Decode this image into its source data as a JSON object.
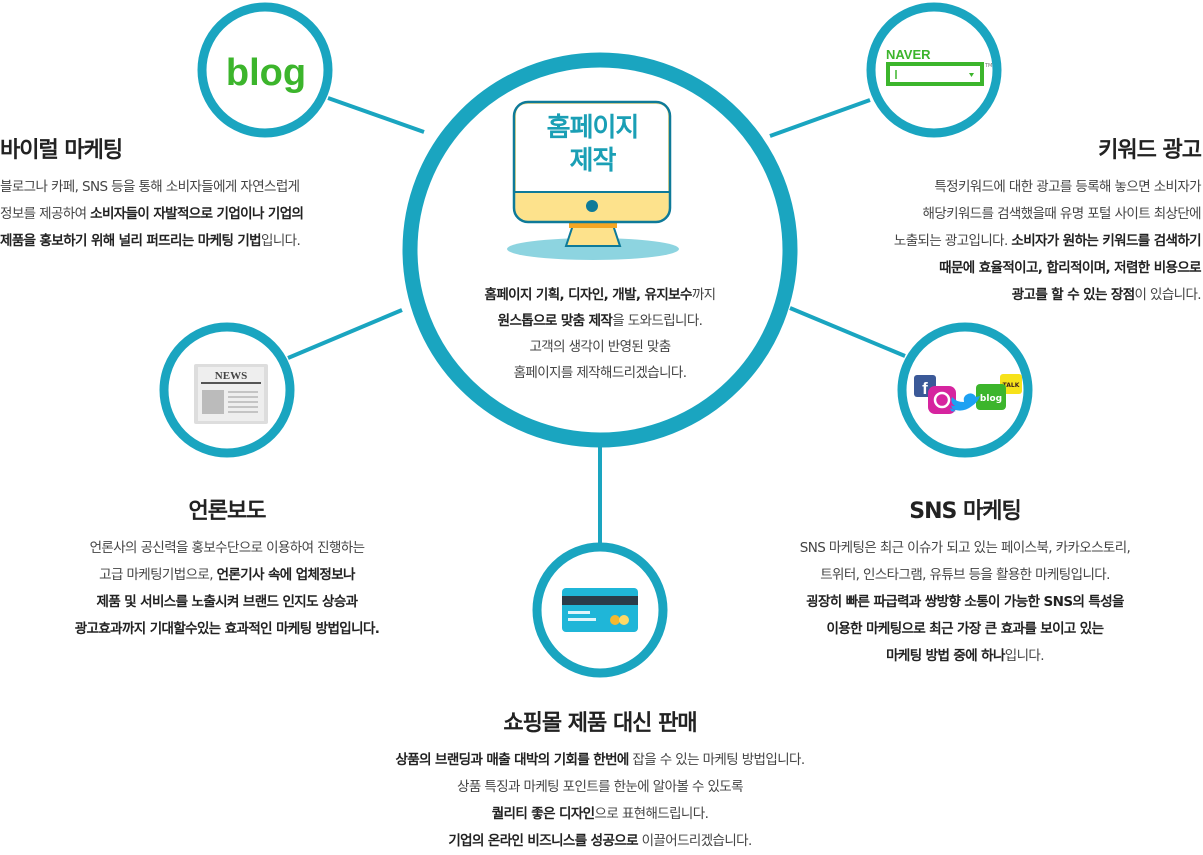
{
  "colors": {
    "ring": "#1aa5c0",
    "naver": "#3cb52c",
    "blog": "#3cb52c"
  },
  "center": {
    "monitor_title": [
      "홈페이지",
      "제작"
    ],
    "lines": [
      [
        {
          "t": "홈페이지 기획, 디자인, 개발, 유지보수",
          "b": true
        },
        {
          "t": "까지",
          "b": false
        }
      ],
      [
        {
          "t": "원스톱으로 맞춤 제작",
          "b": true
        },
        {
          "t": "을 도와드립니다.",
          "b": false
        }
      ],
      [
        {
          "t": "고객의 생각이 반영된 맞춤",
          "b": false
        }
      ],
      [
        {
          "t": "홈페이지를 제작해드리겠습니다.",
          "b": false
        }
      ]
    ]
  },
  "icons": {
    "blog_logo": "blog",
    "naver_logo": "NAVER",
    "naver_tm": "TM",
    "news_label": "NEWS",
    "sns_blog": "blog",
    "sns_talk": "TALK",
    "sns_facebook": "f"
  },
  "viral": {
    "title": "바이럴 마케팅",
    "lines": [
      [
        {
          "t": "블로그나 카페, SNS 등을 통해 소비자들에게 자연스럽게",
          "b": false
        }
      ],
      [
        {
          "t": "정보를 제공하여 ",
          "b": false
        },
        {
          "t": "소비자들이 자발적으로 기업이나 기업의",
          "b": true
        }
      ],
      [
        {
          "t": "제품을 홍보하기 위해 널리 퍼뜨리는 마케팅 기법",
          "b": true
        },
        {
          "t": "입니다.",
          "b": false
        }
      ]
    ]
  },
  "keyword": {
    "title": "키워드 광고",
    "lines": [
      [
        {
          "t": "특정키워드에 대한 광고를 등록해 놓으면 소비자가",
          "b": false
        }
      ],
      [
        {
          "t": "해당키워드를 검색했을때 유명 포털 사이트 최상단에",
          "b": false
        }
      ],
      [
        {
          "t": "노출되는 광고입니다. ",
          "b": false
        },
        {
          "t": "소비자가 원하는 키워드를 검색하기",
          "b": true
        }
      ],
      [
        {
          "t": "때문에 효율적이고, 합리적이며, 저렴한 비용으로",
          "b": true
        }
      ],
      [
        {
          "t": "광고를 할 수 있는 장점",
          "b": true
        },
        {
          "t": "이 있습니다.",
          "b": false
        }
      ]
    ]
  },
  "press": {
    "title": "언론보도",
    "lines": [
      [
        {
          "t": "언론사의 공신력을 홍보수단으로 이용하여 진행하는",
          "b": false
        }
      ],
      [
        {
          "t": "고급 마케팅기법으로, ",
          "b": false
        },
        {
          "t": "언론기사 속에 업체정보나",
          "b": true
        }
      ],
      [
        {
          "t": "제품 및 서비스를 노출시켜 브랜드 인지도 상승과",
          "b": true
        }
      ],
      [
        {
          "t": "광고효과까지 기대할수있는 효과적인 마케팅 방법입니다.",
          "b": true
        }
      ]
    ]
  },
  "sns": {
    "title": "SNS 마케팅",
    "lines": [
      [
        {
          "t": "SNS 마케팅은 최근 이슈가 되고 있는 페이스북, 카카오스토리,",
          "b": false
        }
      ],
      [
        {
          "t": "트위터, 인스타그램, 유튜브 등을 활용한 마케팅입니다.",
          "b": false
        }
      ],
      [
        {
          "t": "굉장히 빠른 파급력과 쌍방향 소통이 가능한 SNS의 특성을",
          "b": true
        }
      ],
      [
        {
          "t": "이용한 마케팅으로 최근 가장 큰 효과를 보이고 있는",
          "b": true
        }
      ],
      [
        {
          "t": "마케팅 방법 중에 하나",
          "b": true
        },
        {
          "t": "입니다.",
          "b": false
        }
      ]
    ]
  },
  "shop": {
    "title": "쇼핑몰 제품 대신 판매",
    "lines": [
      [
        {
          "t": "상품의 브랜딩과 매출 대박의 기회를 한번에",
          "b": true
        },
        {
          "t": " 잡을 수 있는 마케팅 방법입니다.",
          "b": false
        }
      ],
      [
        {
          "t": "상품 특징과 마케팅 포인트를 한눈에 알아볼 수 있도록",
          "b": false
        }
      ],
      [
        {
          "t": "퀄리티 좋은 디자인",
          "b": true
        },
        {
          "t": "으로 표현해드립니다.",
          "b": false
        }
      ],
      [
        {
          "t": "기업의 온라인 비즈니스를 성공으로",
          "b": true
        },
        {
          "t": " 이끌어드리겠습니다.",
          "b": false
        }
      ]
    ]
  }
}
